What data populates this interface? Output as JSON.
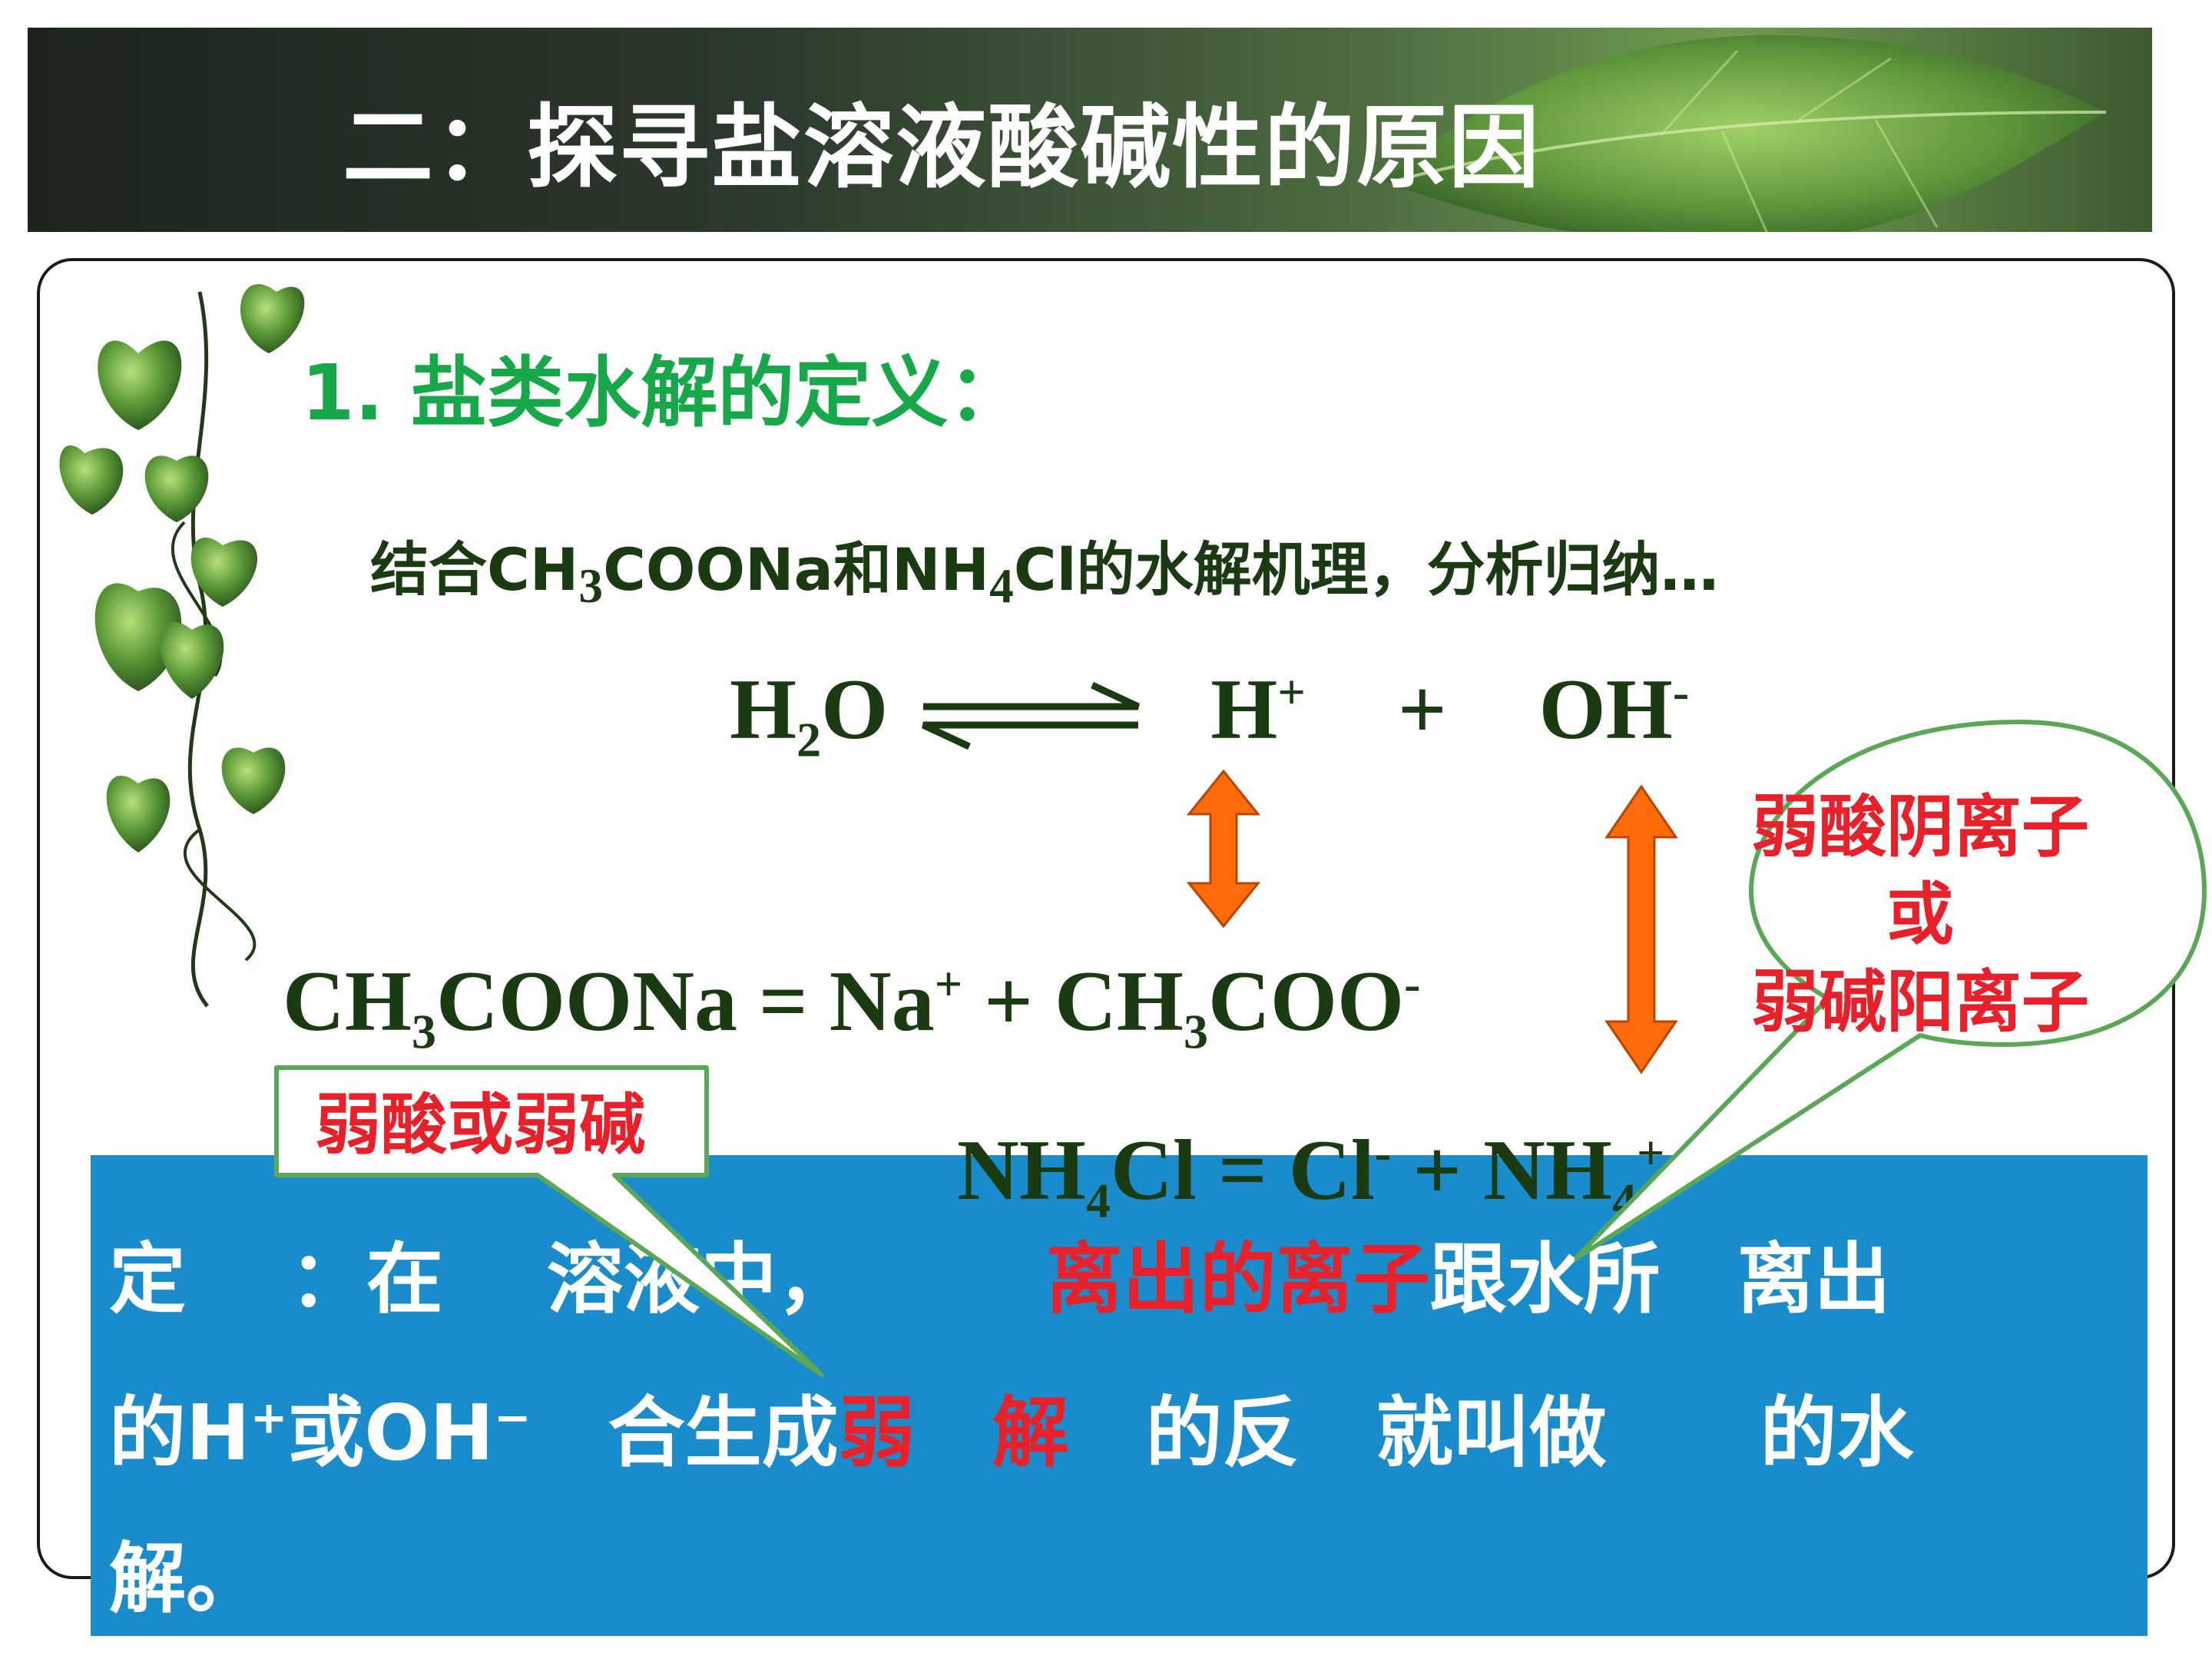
{
  "title": "二：探寻盐溶液酸碱性的原因",
  "section_heading": "1. 盐类水解的定义：",
  "intro": {
    "a": "结合CH",
    "sub1": "3",
    "b": "COONa和NH",
    "sub2": "4",
    "c": "Cl的水解机理，分析归纳…"
  },
  "water_eq": {
    "h": "H",
    "h2": "2",
    "o": "O",
    "hplus": "H",
    "plus_sup": "+",
    "plus": "+",
    "oh": "OH",
    "minus_sup": "-"
  },
  "ch3coona_eq": {
    "a": "CH",
    "s1": "3",
    "b": "COONa = Na",
    "p": "+",
    "c": " + CH",
    "s2": "3",
    "d": "COO",
    "m": "-"
  },
  "nh4cl_eq": {
    "a": "NH",
    "s1": "4",
    "b": "Cl  =  Cl",
    "m": "-",
    "c": " + NH",
    "s2": "4",
    "p": "+"
  },
  "definition": {
    "line1_a": "定　 ：在　 溶液中，　　　",
    "line1_red": "离出的离子",
    "line1_b": "跟水所　离出",
    "line2_a": "的H",
    "line2_sup": "+",
    "line2_b": "或OH",
    "line2_sup2": "−",
    "line2_c": "　合生成",
    "line2_red1": "弱",
    "line2_d": "　",
    "line2_red2": "解",
    "line2_e": "　的反　就叫做　　的水",
    "line3": "解。"
  },
  "callout_left": "弱酸或弱碱",
  "callout_right": {
    "line1": "弱酸阴离子",
    "line2": "或",
    "line3": "弱碱阳离子"
  },
  "colors": {
    "green_heading": "#17a84a",
    "dark_green_text": "#1a3a12",
    "red": "#e8202a",
    "blue_box": "#1a8ccc",
    "arrow_orange": "#ff6a0a"
  }
}
